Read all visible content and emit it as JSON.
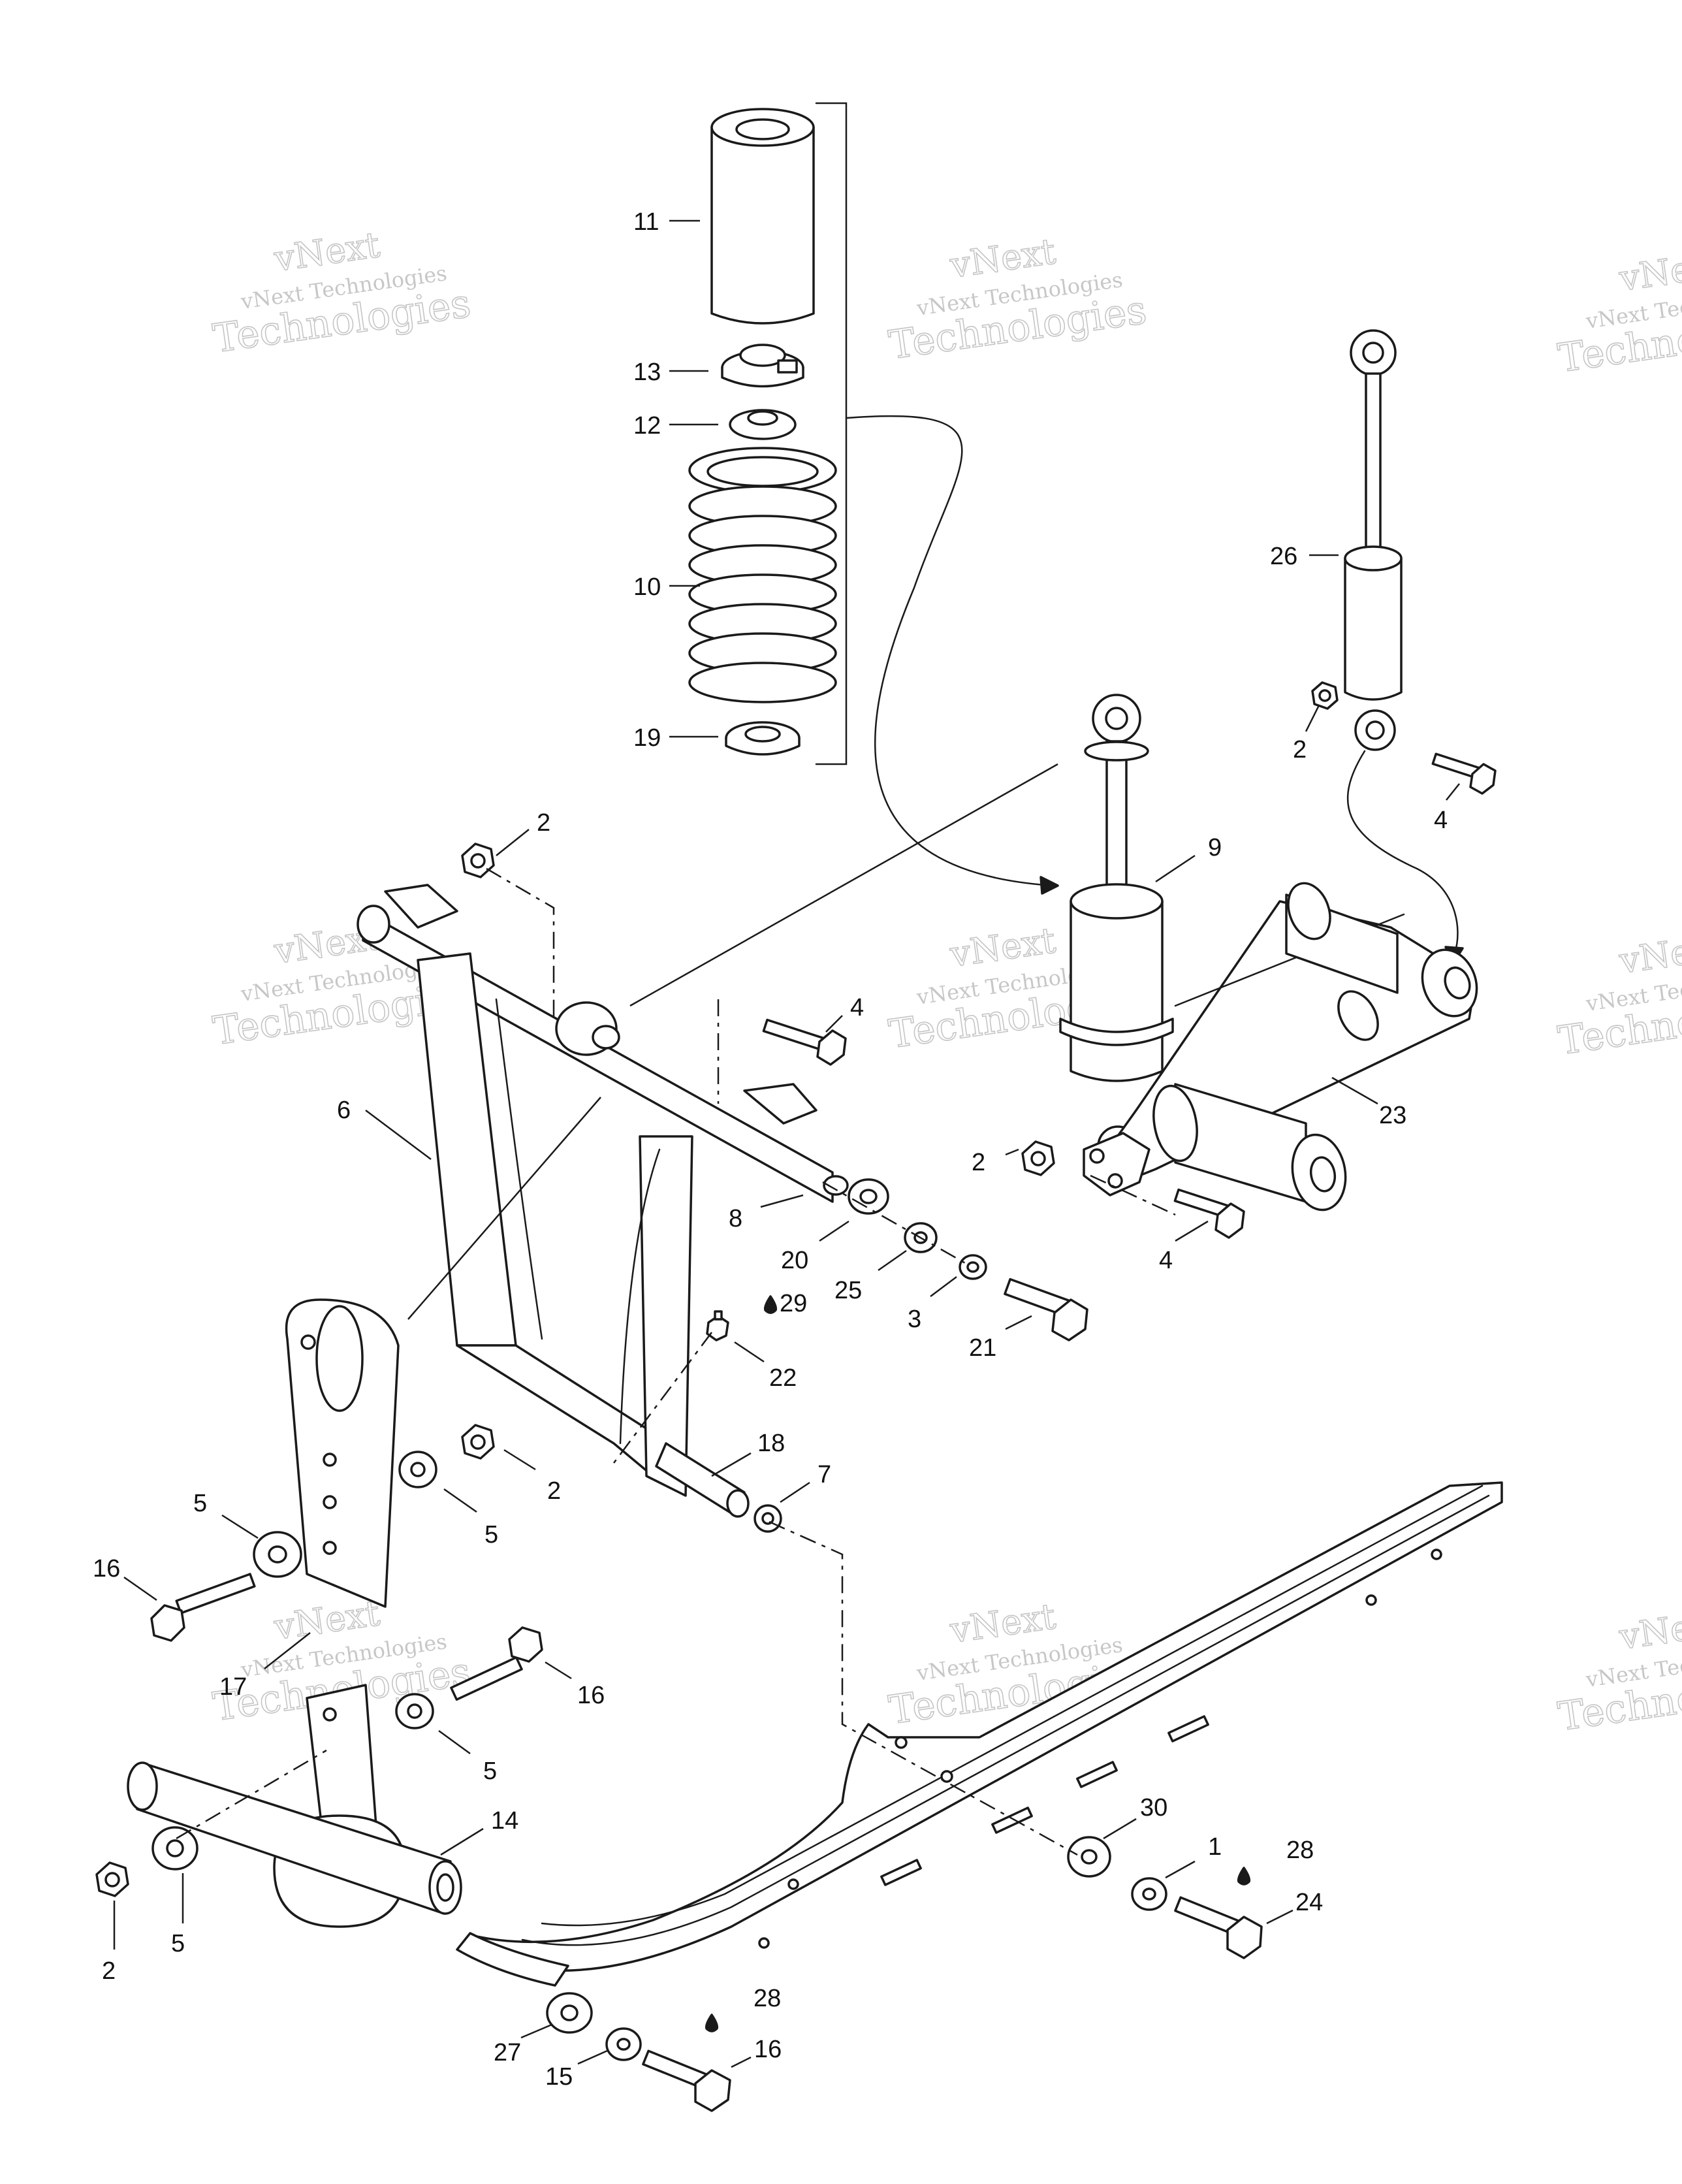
{
  "watermark": {
    "line1": "vNext",
    "line2": "vNext Technologies",
    "line3": "Technologies"
  },
  "callouts": [
    "1",
    "2",
    "3",
    "4",
    "5",
    "6",
    "7",
    "8",
    "9",
    "10",
    "11",
    "12",
    "13",
    "14",
    "15",
    "16",
    "17",
    "18",
    "19",
    "20",
    "21",
    "22",
    "23",
    "24",
    "25",
    "26",
    "27",
    "28",
    "29",
    "30"
  ],
  "colors": {
    "ink": "#1a1a1a",
    "watermark": "#9a9a9a",
    "background": "#ffffff"
  }
}
